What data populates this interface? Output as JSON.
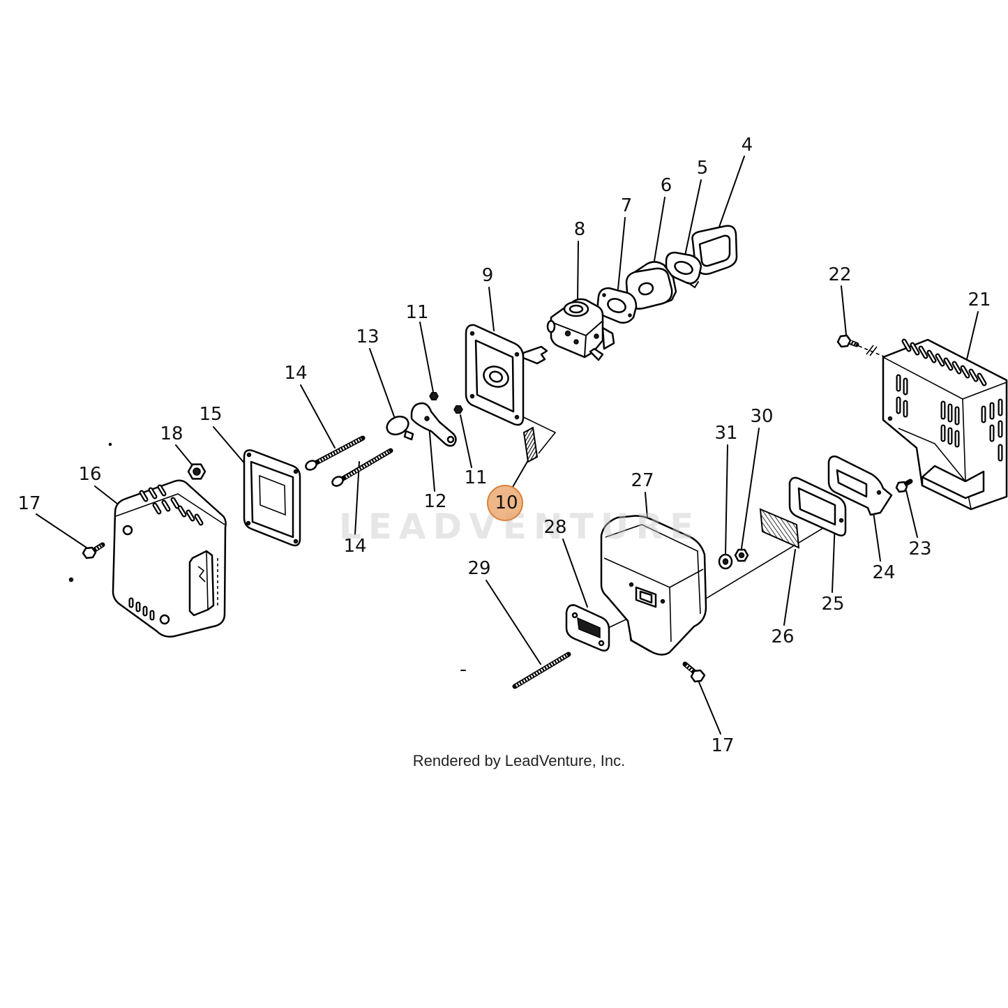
{
  "diagram": {
    "callouts": [
      {
        "label": "4",
        "selected": false
      },
      {
        "label": "5",
        "selected": false
      },
      {
        "label": "6",
        "selected": false
      },
      {
        "label": "7",
        "selected": false
      },
      {
        "label": "8",
        "selected": false
      },
      {
        "label": "9",
        "selected": false
      },
      {
        "label": "11",
        "selected": false
      },
      {
        "label": "13",
        "selected": false
      },
      {
        "label": "14",
        "selected": false
      },
      {
        "label": "15",
        "selected": false
      },
      {
        "label": "18",
        "selected": false
      },
      {
        "label": "16",
        "selected": false
      },
      {
        "label": "17",
        "selected": false
      },
      {
        "label": "11",
        "selected": false
      },
      {
        "label": "12",
        "selected": false
      },
      {
        "label": "10",
        "selected": true
      },
      {
        "label": "14",
        "selected": false
      },
      {
        "label": "22",
        "selected": false
      },
      {
        "label": "21",
        "selected": false
      },
      {
        "label": "31",
        "selected": false
      },
      {
        "label": "30",
        "selected": false
      },
      {
        "label": "27",
        "selected": false
      },
      {
        "label": "28",
        "selected": false
      },
      {
        "label": "29",
        "selected": false
      },
      {
        "label": "23",
        "selected": false
      },
      {
        "label": "24",
        "selected": false
      },
      {
        "label": "25",
        "selected": false
      },
      {
        "label": "26",
        "selected": false
      },
      {
        "label": "17",
        "selected": false
      }
    ]
  },
  "watermark": "LEADVENTURE",
  "footer": "Rendered by LeadVenture, Inc.",
  "colors": {
    "highlight_fill": "#eba46a",
    "highlight_stroke": "#d9813a",
    "watermark": "#c8c8c8",
    "line": "#000000"
  }
}
